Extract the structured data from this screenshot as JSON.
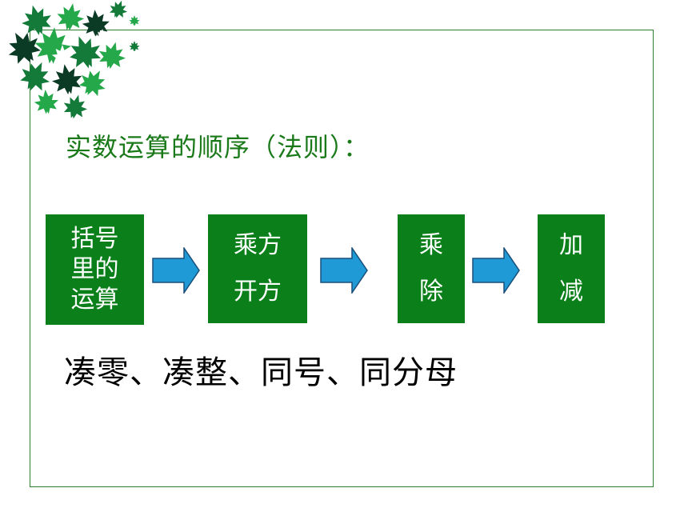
{
  "slide": {
    "title": "实数运算的顺序（法则）：",
    "steps": [
      {
        "lines": [
          "括号",
          "里的",
          "运算"
        ]
      },
      {
        "lines": [
          "乘方",
          "开方"
        ]
      },
      {
        "lines": [
          "乘",
          "除"
        ]
      },
      {
        "lines": [
          "加",
          "减"
        ]
      }
    ],
    "tips": "凑零、凑整、同号、同分母",
    "colors": {
      "frame": "#2e7d32",
      "title": "#1a7a1a",
      "box": "#0a7f1a",
      "arrow": "#1f9ad6",
      "leaf_dark": "#0b3b24",
      "leaf_mid": "#137a3a",
      "leaf_light": "#24a84a"
    },
    "icons": [
      "maple-leaf-icon",
      "arrow-right-icon"
    ]
  }
}
